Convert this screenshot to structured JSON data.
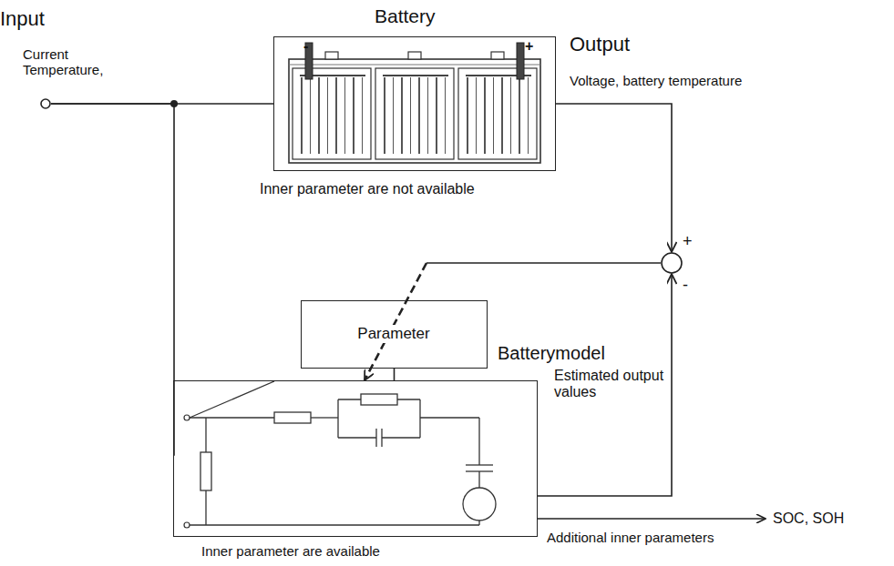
{
  "diagram": {
    "nodes": [
      {
        "text": [
          "Input",
          "Current Temperature,"
        ]
      },
      {
        "text": [
          "Battery",
          "Inner parameter are not available"
        ]
      },
      {
        "text": [
          "+",
          "-"
        ]
      },
      {
        "text": [
          "Parameter"
        ]
      },
      {
        "text": [
          "Batterymodel",
          "Inner parameter are available"
        ]
      }
    ],
    "edges": [
      {
        "from": 0,
        "to": 1,
        "arrow": "none"
      },
      {
        "from": 0,
        "to": 4,
        "arrow": "none"
      },
      {
        "from": 1,
        "to": 2,
        "arrow": "to"
      },
      {
        "from": 4,
        "to": 2,
        "arrow": "to"
      },
      {
        "from": 2,
        "to": 4,
        "arrow": "to"
      },
      {
        "from": 3,
        "to": 4,
        "arrow": "none"
      }
    ],
    "labels": [
      "-",
      "+",
      "Output",
      "Voltage, battery temperature",
      "Estimated output values",
      "SOC, SOH",
      "Additional inner parameters"
    ]
  }
}
